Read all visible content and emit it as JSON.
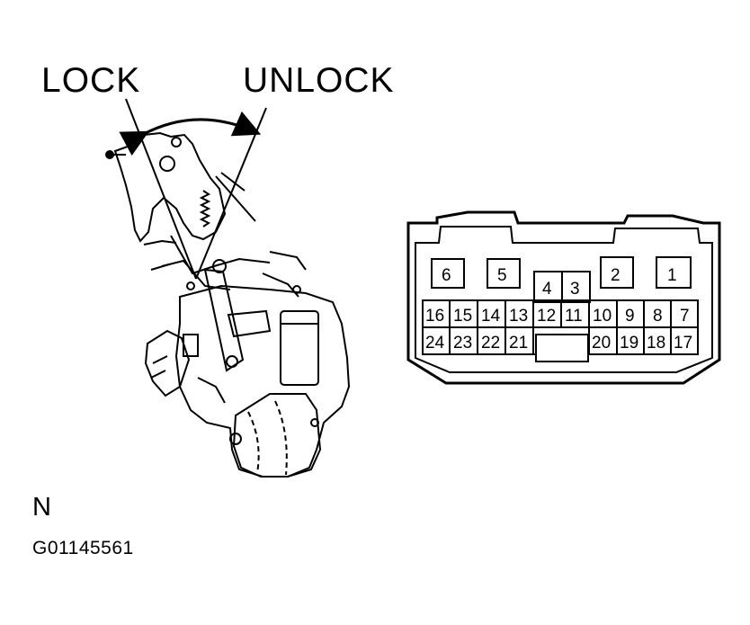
{
  "labels": {
    "lock": "LOCK",
    "unlock": "UNLOCK",
    "view_letter": "N",
    "figure_code": "G01145561"
  },
  "connector": {
    "pins_top": [
      "6",
      "5",
      "4",
      "3",
      "2",
      "1"
    ],
    "pins_row_upper": [
      "16",
      "15",
      "14",
      "13",
      "12",
      "11",
      "10",
      "9",
      "8",
      "7"
    ],
    "pins_row_lower": [
      "24",
      "23",
      "22",
      "21",
      "20",
      "19",
      "18",
      "17"
    ]
  }
}
